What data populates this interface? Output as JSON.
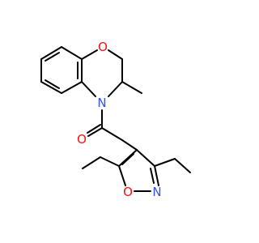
{
  "molecule": {
    "atoms": {
      "ring_oxygen": {
        "symbol": "O",
        "color": "#ff0d0d"
      },
      "ring_nitrogen": {
        "symbol": "N",
        "color": "#3050f8"
      },
      "carbonyl_oxygen": {
        "symbol": "O",
        "color": "#ff0d0d"
      },
      "isoxazole_nitrogen": {
        "symbol": "N",
        "color": "#3050f8"
      },
      "isoxazole_oxygen": {
        "symbol": "O",
        "color": "#ff0d0d"
      }
    },
    "bond_color": "#000000"
  }
}
